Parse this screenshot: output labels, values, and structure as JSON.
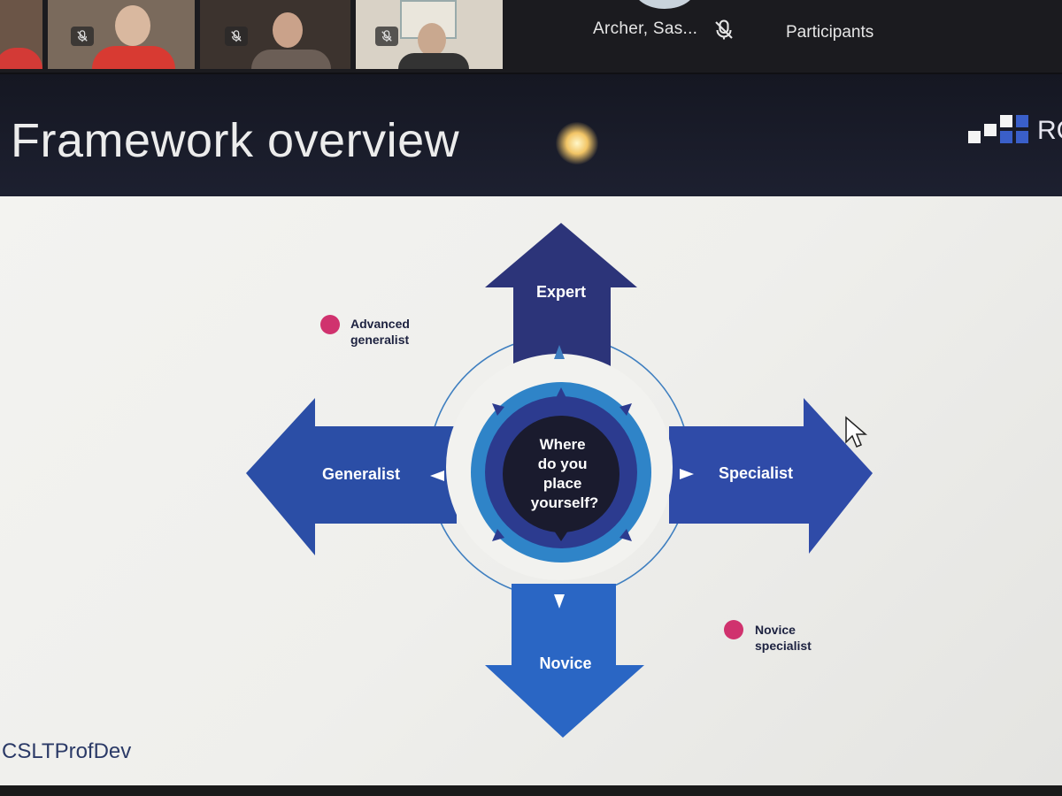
{
  "call_strip": {
    "participant_name": "Archer, Sas...",
    "participants_label": "Participants"
  },
  "slide": {
    "title": "Framework overview",
    "logo_text": "RC",
    "hashtag": "CSLTProfDev",
    "diagram": {
      "center_lines": [
        "Where",
        "do you",
        "place",
        "yourself?"
      ],
      "arrows": {
        "up": "Expert",
        "left": "Generalist",
        "right": "Specialist",
        "down": "Novice"
      },
      "markers": [
        {
          "lines": [
            "Advanced",
            "generalist"
          ],
          "color": "#d0326e"
        },
        {
          "lines": [
            "Novice",
            "specialist"
          ],
          "color": "#d0326e"
        }
      ]
    }
  },
  "colors": {
    "arrow_dark": "#2c3479",
    "arrow_mid": "#2b4ea6",
    "ring_light": "#2f84c8",
    "center_dark": "#1a1b2e",
    "header_bg": "#181a26",
    "marker": "#d0326e"
  },
  "icons": [
    "mic-muted-icon",
    "mouse-cursor-icon"
  ]
}
